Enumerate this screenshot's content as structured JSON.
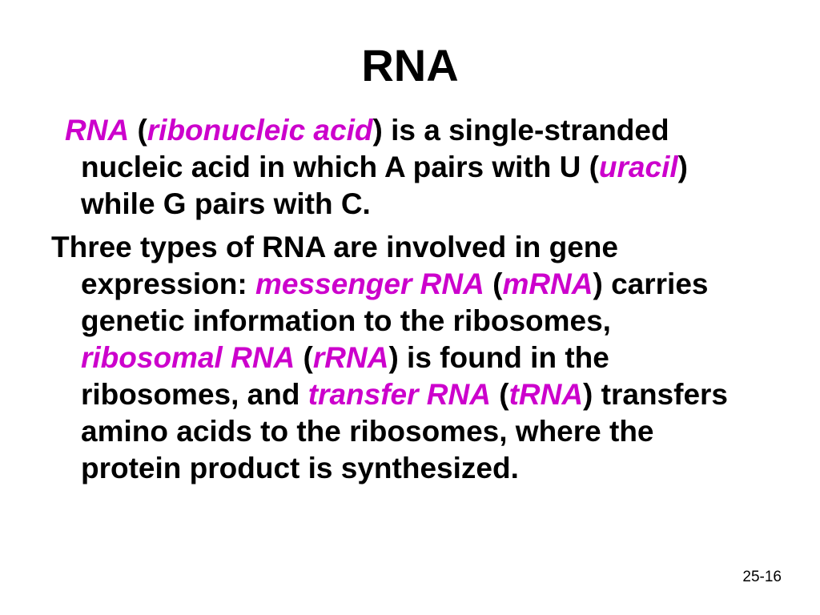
{
  "slide": {
    "title": "RNA",
    "page_number": "25-16",
    "term_color": "#cc00cc",
    "paragraphs": [
      {
        "t1": "RNA",
        "t2": " (",
        "t3": "ribonucleic acid",
        "t4": ") is a single-stranded nucleic acid in which A pairs with U (",
        "t5": "uracil",
        "t6": ") while G  pairs with C."
      },
      {
        "t1": "Three types of RNA are involved in gene expression: ",
        "t2": "messenger RNA",
        "t3": " (",
        "t4": "mRNA",
        "t5": ") carries genetic information to the ribosomes, ",
        "t6": "ribosomal RNA",
        "t7": " (",
        "t8": "rRNA",
        "t9": ") is found in the ribosomes, and ",
        "t10": "transfer RNA",
        "t11": " (",
        "t12": "tRNA",
        "t13": ") transfers amino acids to the ribosomes, where the protein product is synthesized."
      }
    ]
  }
}
